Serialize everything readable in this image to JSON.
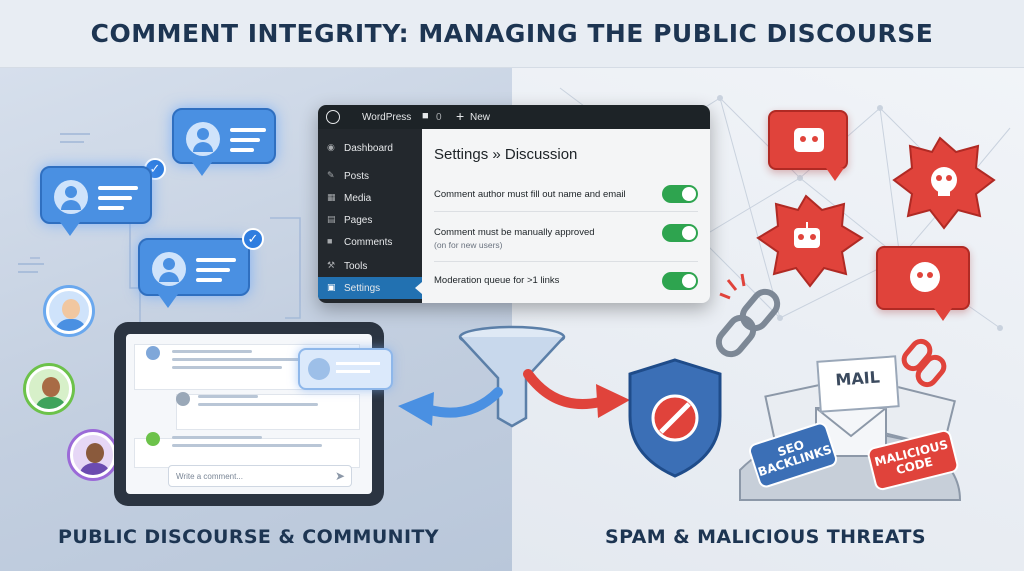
{
  "title": "COMMENT INTEGRITY: MANAGING THE PUBLIC DISCOURSE",
  "left_caption": "PUBLIC DISCOURSE & COMMUNITY",
  "right_caption": "SPAM & MALICIOUS THREATS",
  "wp_window": {
    "topbar": {
      "site": "WordPress",
      "comment_count": "0",
      "new_label": "New"
    },
    "menu": [
      "Dashboard",
      "Posts",
      "Media",
      "Pages",
      "Comments",
      "Tools",
      "Settings"
    ],
    "active_menu": "Settings",
    "heading": "Settings » Discussion",
    "options": [
      {
        "label": "Comment author must fill out name and email",
        "sub": "",
        "enabled": true
      },
      {
        "label": "Comment must be manually approved",
        "sub": "(on for new users)",
        "enabled": true
      },
      {
        "label": "Moderation queue for >1 links",
        "sub": "",
        "enabled": true
      }
    ]
  },
  "tablet": {
    "input_placeholder": "Write a comment..."
  },
  "threat_tags": {
    "mail": "MAIL",
    "seo": "SEO BACKLINKS",
    "malicious": "MALICIOUS CODE"
  },
  "colors": {
    "accent_blue": "#4a90e2",
    "threat_red": "#e0433b",
    "wp_admin_dark": "#1d2327",
    "toggle_green": "#2ea44f",
    "title_text": "#1d3552"
  },
  "icons": [
    "user-icon",
    "checkmark-icon",
    "robot-icon",
    "skull-icon",
    "broken-link-icon",
    "funnel-icon",
    "shield-block-icon",
    "envelope-icon",
    "send-icon"
  ]
}
